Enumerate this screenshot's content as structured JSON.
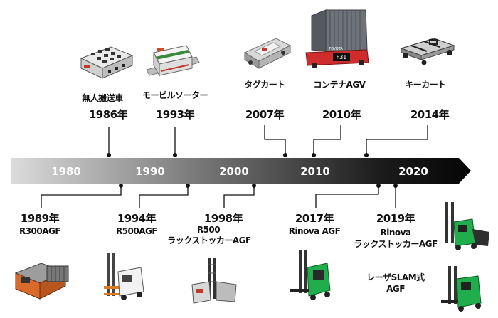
{
  "decades": [
    "1980",
    "1990",
    "2000",
    "2010",
    "2020"
  ],
  "milestones_above": [
    {
      "name": "無人搬送車",
      "year": "1986年",
      "icon": "agv-cart-image"
    },
    {
      "name": "モービルソーター",
      "year": "1993年",
      "icon": "mobile-sorter-image"
    },
    {
      "name": "タグカート",
      "year": "2007年",
      "icon": "tag-cart-image"
    },
    {
      "name": "コンテナAGV",
      "year": "2010年",
      "icon": "container-agv-image"
    },
    {
      "name": "キーカート",
      "year": "2014年",
      "icon": "key-cart-image"
    }
  ],
  "milestones_below": [
    {
      "year": "1989年",
      "name_line1": "R300AGF",
      "name_line2": "",
      "icon": "r300agf-image"
    },
    {
      "year": "1994年",
      "name_line1": "R500AGF",
      "name_line2": "",
      "icon": "r500agf-image"
    },
    {
      "year": "1998年",
      "name_line1": "R500",
      "name_line2": "ラックストッカーAGF",
      "icon": "r500-rack-stocker-image"
    },
    {
      "year": "2017年",
      "name_line1": "Rinova AGF",
      "name_line2": "",
      "icon": "rinova-agf-image"
    },
    {
      "year": "2019年",
      "name_line1": "Rinova",
      "name_line2": "ラックストッカーAGF",
      "icon": "rinova-rack-stocker-image"
    }
  ],
  "extra_label": {
    "line1": "レーザSLAM式",
    "line2": "AGF"
  },
  "container_brand": "TOYOTA",
  "container_plate": "F31",
  "colors": {
    "arrow_start": "#dcdcdc",
    "arrow_end": "#050505",
    "forklift_green": "#1fae4b",
    "agv_orange": "#d96a2b"
  }
}
